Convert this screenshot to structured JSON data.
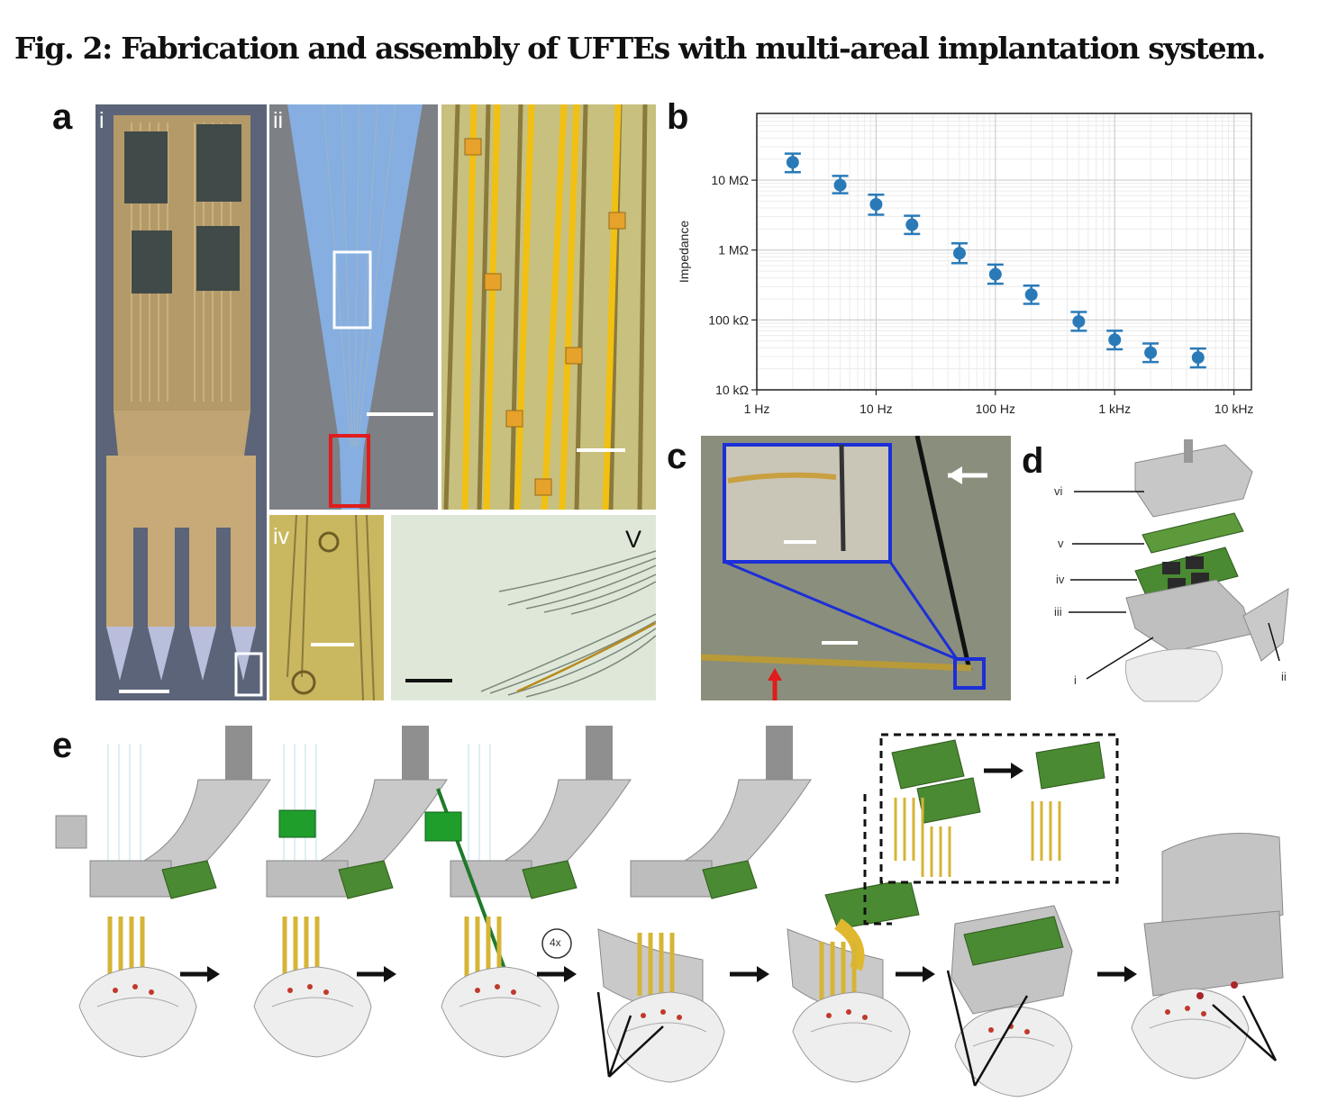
{
  "figure": {
    "title": "Fig. 2: Fabrication and assembly of UFTEs with multi-areal implantation system.",
    "panel_labels": {
      "a": "a",
      "b": "b",
      "c": "c",
      "d": "d",
      "e": "e"
    },
    "a_sublabels": {
      "i": "i",
      "ii": "ii",
      "iv": "iv",
      "v": "V"
    },
    "d_labels": [
      "vi",
      "v",
      "iv",
      "iii",
      "i",
      "ii"
    ],
    "e_rotation_label": "4x"
  },
  "chart_data": {
    "type": "scatter",
    "title": "",
    "xlabel": "",
    "ylabel": "Impedance",
    "xscale": "log",
    "yscale": "log",
    "grid": true,
    "xlim": [
      1,
      14000
    ],
    "ylim": [
      10000,
      90000000
    ],
    "x_ticklabels": [
      "1 Hz",
      "10 Hz",
      "100 Hz",
      "1 kHz",
      "10 kHz"
    ],
    "y_ticklabels": [
      "10 kΩ",
      "100 kΩ",
      "1 MΩ",
      "10 MΩ"
    ],
    "color": "#2a7ab8",
    "series": [
      {
        "x": [
          2,
          5,
          10,
          20,
          50,
          100,
          200,
          500,
          1000,
          2000,
          5000
        ],
        "y": [
          18000000,
          8500000,
          4500000,
          2300000,
          900000,
          450000,
          230000,
          95000,
          52000,
          34000,
          29000
        ],
        "y_err_low": [
          13000000,
          6500000,
          3200000,
          1700000,
          650000,
          330000,
          170000,
          70000,
          38000,
          25000,
          21000
        ],
        "y_err_high": [
          24000000,
          11500000,
          6200000,
          3100000,
          1250000,
          620000,
          310000,
          130000,
          70000,
          46000,
          39000
        ]
      }
    ]
  }
}
